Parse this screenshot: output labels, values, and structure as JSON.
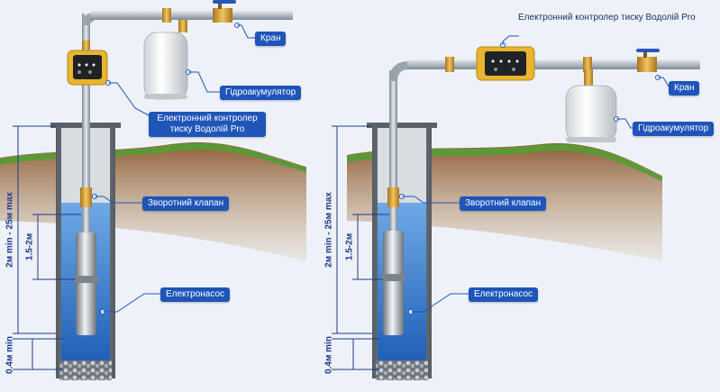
{
  "colors": {
    "label_bg": "#1f55b9",
    "label_text": "#ffffff",
    "pipe": "#b9c2cb",
    "brass": "#d6a23a",
    "water": "#2f78cf",
    "soil": "#8a5a36",
    "grass": "#5a9a36",
    "dimension": "#1e3a8a",
    "background": "#eef2f8"
  },
  "left_diagram": {
    "valve_label": "Кран",
    "tank_label": "Гідроакумулятор",
    "controller_label": "Електронний контролер тиску Водолій Pro",
    "check_valve_label": "Зворотний клапан",
    "pump_label": "Електронасос",
    "dim_total": "2м min - 25м max",
    "dim_mid": "1.5-2м",
    "dim_bottom": "0.4м min"
  },
  "right_diagram": {
    "controller_label": "Електронний контролер тиску Водолій Pro",
    "valve_label": "Кран",
    "tank_label": "Гідроакумулятор",
    "check_valve_label": "Зворотний клапан",
    "pump_label": "Електронасос",
    "dim_total": "2м min - 25м max",
    "dim_mid": "1.5-2м",
    "dim_bottom": "0.4м min"
  }
}
